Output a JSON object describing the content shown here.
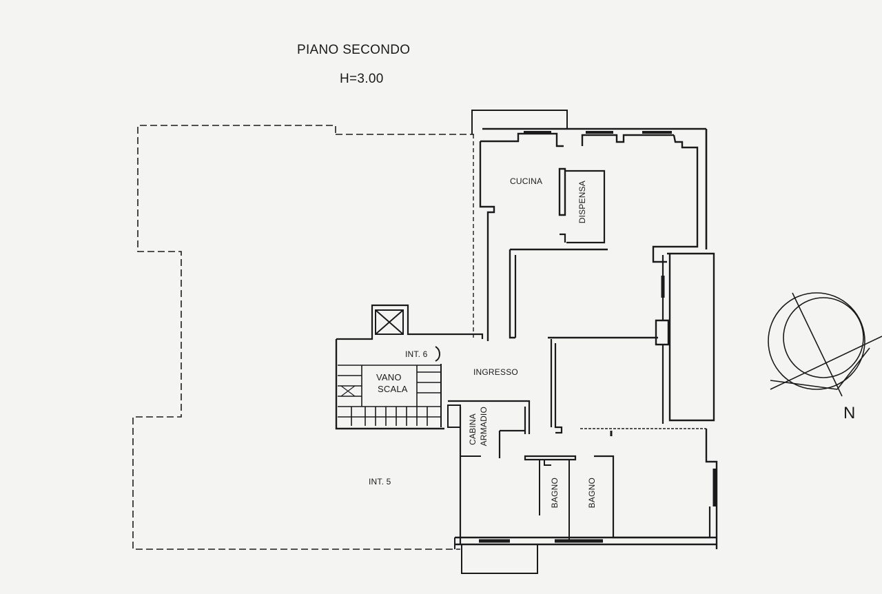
{
  "header": {
    "title": "PIANO SECONDO",
    "height": "H=3.00"
  },
  "rooms": [
    {
      "id": "cucina",
      "label": "CUCINA"
    },
    {
      "id": "dispensa",
      "label": "DISPENSA"
    },
    {
      "id": "ingresso",
      "label": "INGRESSO"
    },
    {
      "id": "vano-scala",
      "label_line1": "VANO",
      "label_line2": "SCALA"
    },
    {
      "id": "int6",
      "label": "INT. 6"
    },
    {
      "id": "cabina",
      "label_line1": "CABINA",
      "label_line2": "ARMADIO"
    },
    {
      "id": "bagno1",
      "label": "BAGNO"
    },
    {
      "id": "bagno2",
      "label": "BAGNO"
    },
    {
      "id": "int5",
      "label": "INT. 5"
    }
  ],
  "compass": {
    "label": "N"
  },
  "colors": {
    "background": "#f4f4f2",
    "ink": "#1a1a1a"
  }
}
